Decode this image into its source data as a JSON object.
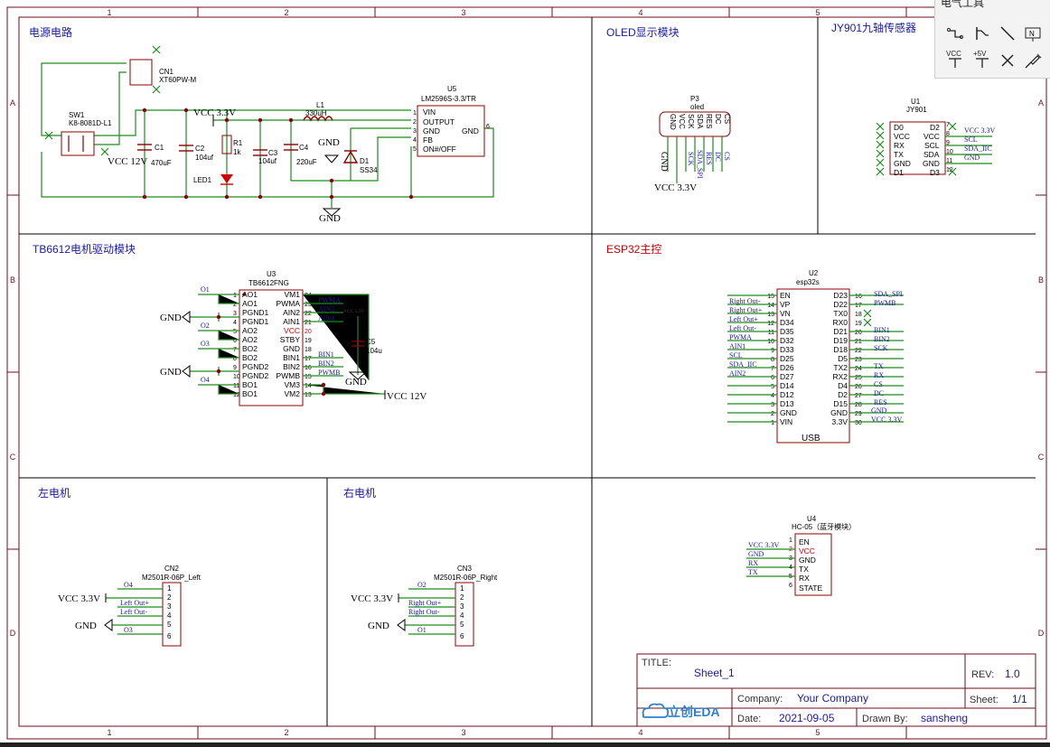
{
  "ruler": {
    "cols": [
      "1",
      "2",
      "3",
      "4",
      "5"
    ],
    "rows": [
      "A",
      "B",
      "C",
      "D"
    ]
  },
  "sections": {
    "power": "电源电路",
    "oled": "OLED显示模块",
    "imu": "JY901九轴传感器",
    "motor_driver": "TB6612电机驱动模块",
    "esp32": "ESP32主控",
    "left_motor": "左电机",
    "right_motor": "右电机"
  },
  "power": {
    "cn1": {
      "ref": "CN1",
      "part": "XT60PW-M"
    },
    "sw1": {
      "ref": "SW1",
      "part": "K8-8081D-L1"
    },
    "c1": {
      "ref": "C1",
      "value": "470uF"
    },
    "c2": {
      "ref": "C2",
      "value": "104uf"
    },
    "r1": {
      "ref": "R1",
      "value": "1k"
    },
    "led1": "LED1",
    "c3": {
      "ref": "C3",
      "value": "104uf"
    },
    "l1": {
      "ref": "L1",
      "value": "330uH"
    },
    "c4": {
      "ref": "C4",
      "value": "220uF"
    },
    "d1": {
      "ref": "D1",
      "value": "SS34"
    },
    "u5": {
      "ref": "U5",
      "part": "LM2596S-3.3/TR",
      "pins": [
        "VIN",
        "OUTPUT",
        "GND",
        "FB",
        "ON#/OFF"
      ],
      "right_pin": "GND",
      "pin_nums": [
        "1",
        "2",
        "3",
        "4",
        "5"
      ],
      "right_num": "6"
    },
    "vcc33": "VCC 3.3V",
    "vcc12": "VCC 12V",
    "gnd": "GND"
  },
  "oled": {
    "ref": "P3",
    "part": "oled",
    "pins": [
      "GND",
      "VCC",
      "SCK",
      "SDA",
      "RES",
      "DC",
      "CS"
    ],
    "nets": [
      "SCK",
      "SDA_SPI",
      "RES",
      "DC",
      "CS"
    ],
    "power_nets": [
      "GND",
      "VCC 3.3V"
    ]
  },
  "imu": {
    "ref": "U1",
    "part": "JY901",
    "left_pins": [
      "D0",
      "VCC",
      "RX",
      "TX",
      "GND",
      "D1"
    ],
    "right_pins": [
      "D2",
      "VCC",
      "SCL",
      "SDA",
      "GND",
      "D3"
    ],
    "right_nums": [
      "7",
      "8",
      "9",
      "10",
      "11",
      "12"
    ],
    "nets": [
      "VCC 3.3V",
      "SCL",
      "SDA_IIC",
      "GND"
    ]
  },
  "tb6612": {
    "ref": "U3",
    "part": "TB6612FNG",
    "left_pins": [
      "AO1",
      "AO1",
      "PGND1",
      "PGND1",
      "AO2",
      "AO2",
      "BO2",
      "BO2",
      "PGND2",
      "PGND2",
      "BO1",
      "BO1"
    ],
    "left_nums": [
      "1",
      "2",
      "3",
      "4",
      "5",
      "6",
      "7",
      "8",
      "9",
      "10",
      "11",
      "12"
    ],
    "right_pins": [
      "VM1",
      "PWMA",
      "AIN2",
      "AIN1",
      "VCC",
      "STBY",
      "GND",
      "BIN1",
      "BIN2",
      "PWMB",
      "VM3",
      "VM2"
    ],
    "right_nums": [
      "24",
      "23",
      "22",
      "21",
      "20",
      "19",
      "18",
      "17",
      "16",
      "15",
      "14",
      "13"
    ],
    "left_nets": [
      "O1",
      "O2",
      "O3",
      "O4"
    ],
    "right_nets": [
      "PWMA",
      "AIN2",
      "AIN1",
      "BIN1",
      "BIN2",
      "PWMB"
    ],
    "vcc_small": "VCC 3.3V",
    "c5": {
      "ref": "C5",
      "value": "104u"
    },
    "gnd": "GND",
    "vcc12": "VCC 12V"
  },
  "esp32": {
    "ref": "U2",
    "part": "esp32s",
    "left_pins": [
      "EN",
      "VP",
      "VN",
      "D34",
      "D35",
      "D32",
      "D33",
      "D25",
      "D26",
      "D27",
      "D14",
      "D12",
      "D13",
      "GND",
      "VIN"
    ],
    "left_nums": [
      "15",
      "14",
      "13",
      "12",
      "11",
      "10",
      "9",
      "8",
      "7",
      "6",
      "5",
      "4",
      "3",
      "2",
      "1"
    ],
    "right_pins": [
      "D23",
      "D22",
      "TX0",
      "RX0",
      "D21",
      "D19",
      "D18",
      "D5",
      "TX2",
      "RX2",
      "D4",
      "D2",
      "D15",
      "GND",
      "3.3V"
    ],
    "right_nums": [
      "16",
      "17",
      "18",
      "19",
      "20",
      "21",
      "22",
      "23",
      "24",
      "25",
      "26",
      "27",
      "28",
      "29",
      "30"
    ],
    "left_nets": [
      "Right Out-",
      "Right Out+",
      "Left Out+",
      "Left Out-",
      "PWMA",
      "AIN1",
      "SCL",
      "SDA_IIC",
      "AIN2"
    ],
    "right_nets": [
      "SDA_SPI",
      "PWMB",
      "BIN1",
      "BIN2",
      "SCK",
      "TX",
      "RX",
      "CS",
      "DC",
      "RES",
      "GND",
      "VCC 3.3V"
    ],
    "usb": "USB"
  },
  "hc05": {
    "ref": "U4",
    "part": "HC-05（蓝牙模块）",
    "pins": [
      "EN",
      "VCC",
      "GND",
      "TX",
      "RX",
      "STATE"
    ],
    "nums": [
      "1",
      "2",
      "3",
      "4",
      "5",
      "6"
    ],
    "nets": [
      "VCC 3.3V",
      "GND",
      "RX",
      "TX"
    ]
  },
  "cn2": {
    "ref": "CN2",
    "part": "M2501R-06P_Left",
    "nets": [
      "O4",
      "Left Out+",
      "Left Out-",
      "O3"
    ],
    "nums": [
      "1",
      "2",
      "3",
      "4",
      "5",
      "6"
    ],
    "vcc": "VCC 3.3V",
    "gnd": "GND"
  },
  "cn3": {
    "ref": "CN3",
    "part": "M2501R-06P_Right",
    "nets": [
      "O2",
      "Right Out+",
      "Right Out-",
      "O1"
    ],
    "nums": [
      "1",
      "2",
      "3",
      "4",
      "5",
      "6"
    ],
    "vcc": "VCC 3.3V",
    "gnd": "GND"
  },
  "title_block": {
    "title_label": "TITLE:",
    "title": "Sheet_1",
    "rev_label": "REV:",
    "rev": "1.0",
    "company_label": "Company:",
    "company": "Your Company",
    "sheet_label": "Sheet:",
    "sheet": "1/1",
    "date_label": "Date:",
    "date": "2021-09-05",
    "drawn_label": "Drawn By:",
    "drawn": "sansheng",
    "logo": "立创EDA"
  },
  "toolbox": {
    "title": "电气工具",
    "tools": [
      "wire-tool",
      "bus-entry-tool",
      "bus-tool",
      "netlabel-tool",
      "netflag-gnd-tool",
      "netflag-vcc-tool",
      "no-connect-tool",
      "probe-tool"
    ],
    "labels": [
      "VCC",
      "+5V"
    ]
  },
  "colors": {
    "frame": "#6b0f1a",
    "text_blue": "#1a1aa6",
    "wire_green": "#1f8a1f",
    "symbol_red": "#8b0000",
    "pin_red": "#cc0000"
  }
}
